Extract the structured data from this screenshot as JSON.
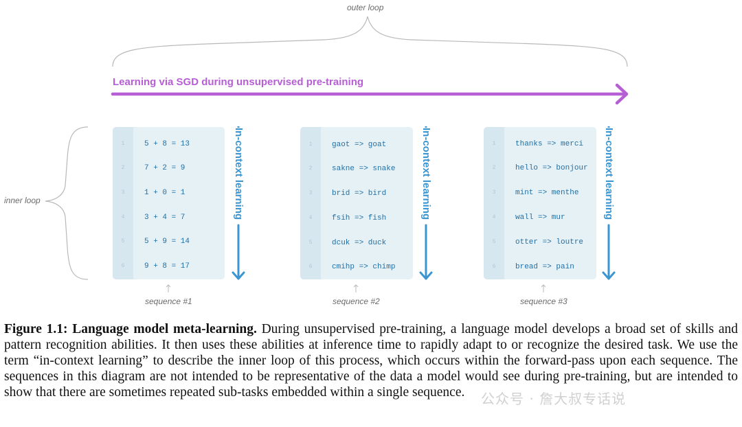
{
  "outer_loop_label": "outer loop",
  "inner_loop_label": "inner loop",
  "outer_arrow_title": "Learning via SGD during unsupervised pre-training",
  "icl_label": "In-context learning",
  "colors": {
    "purple": "#b65ed4",
    "blue": "#3a95d0",
    "box_bg": "#e6f1f6",
    "code_text": "#1f6fa5"
  },
  "sequences": [
    {
      "label": "sequence #1",
      "lines": [
        {
          "num": "1",
          "text": "5 + 8 = 13"
        },
        {
          "num": "2",
          "text": "7 + 2 = 9"
        },
        {
          "num": "3",
          "text": "1 + 0 = 1"
        },
        {
          "num": "4",
          "text": "3 + 4 = 7"
        },
        {
          "num": "5",
          "text": "5 + 9 = 14"
        },
        {
          "num": "6",
          "text": "9 + 8 = 17"
        }
      ]
    },
    {
      "label": "sequence #2",
      "lines": [
        {
          "num": "1",
          "text": "gaot => goat"
        },
        {
          "num": "2",
          "text": "sakne => snake"
        },
        {
          "num": "3",
          "text": "brid => bird"
        },
        {
          "num": "4",
          "text": "fsih => fish"
        },
        {
          "num": "5",
          "text": "dcuk => duck"
        },
        {
          "num": "6",
          "text": "cmihp => chimp"
        }
      ]
    },
    {
      "label": "sequence #3",
      "lines": [
        {
          "num": "1",
          "text": "thanks => merci"
        },
        {
          "num": "2",
          "text": "hello => bonjour"
        },
        {
          "num": "3",
          "text": "mint => menthe"
        },
        {
          "num": "4",
          "text": "wall => mur"
        },
        {
          "num": "5",
          "text": "otter => loutre"
        },
        {
          "num": "6",
          "text": "bread => pain"
        }
      ]
    }
  ],
  "caption": {
    "bold": "Figure 1.1: Language model meta-learning.",
    "text": "During unsupervised pre-training, a language model develops a broad set of skills and pattern recognition abilities. It then uses these abilities at inference time to rapidly adapt to or recognize the desired task. We use the term “in-context learning” to describe the inner loop of this process, which occurs within the forward-pass upon each sequence. The sequences in this diagram are not intended to be representative of the data a model would see during pre-training, but are intended to show that there are sometimes repeated sub-tasks embedded within a single sequence."
  },
  "watermark": "公众号 · 詹大叔专话说"
}
